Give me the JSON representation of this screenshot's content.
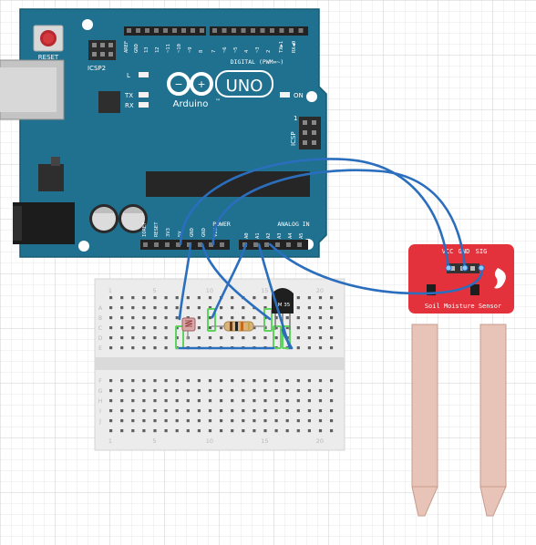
{
  "board": {
    "reset_label": "RESET",
    "icsp2_label": "ICSP2",
    "icsp_label": "ICSP",
    "icsp_pin1": "1",
    "l_label": "L",
    "tx_label": "TX",
    "rx_label": "RX",
    "on_label": "ON",
    "uno_label": "UNO",
    "arduino_label": "Arduino",
    "tm_label": "™",
    "digital_label": "DIGITAL (PWM=~)",
    "analog_label": "ANALOG IN",
    "power_label": "POWER",
    "digital_pins": [
      "AREF",
      "GND",
      "13",
      "12",
      "~11",
      "~10",
      "~9",
      "8",
      "7",
      "~6",
      "~5",
      "4",
      "~3",
      "2",
      "TX▶1",
      "RX◀0"
    ],
    "power_pins": [
      "IOREF",
      "RESET",
      "3V3",
      "5V",
      "GND",
      "GND",
      "VIN"
    ],
    "analog_pins": [
      "A0",
      "A1",
      "A2",
      "A3",
      "A4",
      "A5"
    ]
  },
  "breadboard": {
    "column_numbers": [
      "1",
      "5",
      "10",
      "15",
      "20"
    ],
    "top_row_letters": [
      "A",
      "B",
      "C",
      "D",
      "E"
    ],
    "bottom_row_letters": [
      "F",
      "G",
      "H",
      "I",
      "J"
    ]
  },
  "components": {
    "temp_sensor_label": "LM 35",
    "sensor_pins": [
      "VCC",
      "GND",
      "SIG"
    ],
    "sensor_title": "Soil Moisture Sensor"
  },
  "colors": {
    "board": "#20708f",
    "breadboard": "#ececec",
    "sensor_red": "#e4323d",
    "probe": "#e8c4b8",
    "wire": "#2a6ebd",
    "grid": "#dcdcdc"
  }
}
